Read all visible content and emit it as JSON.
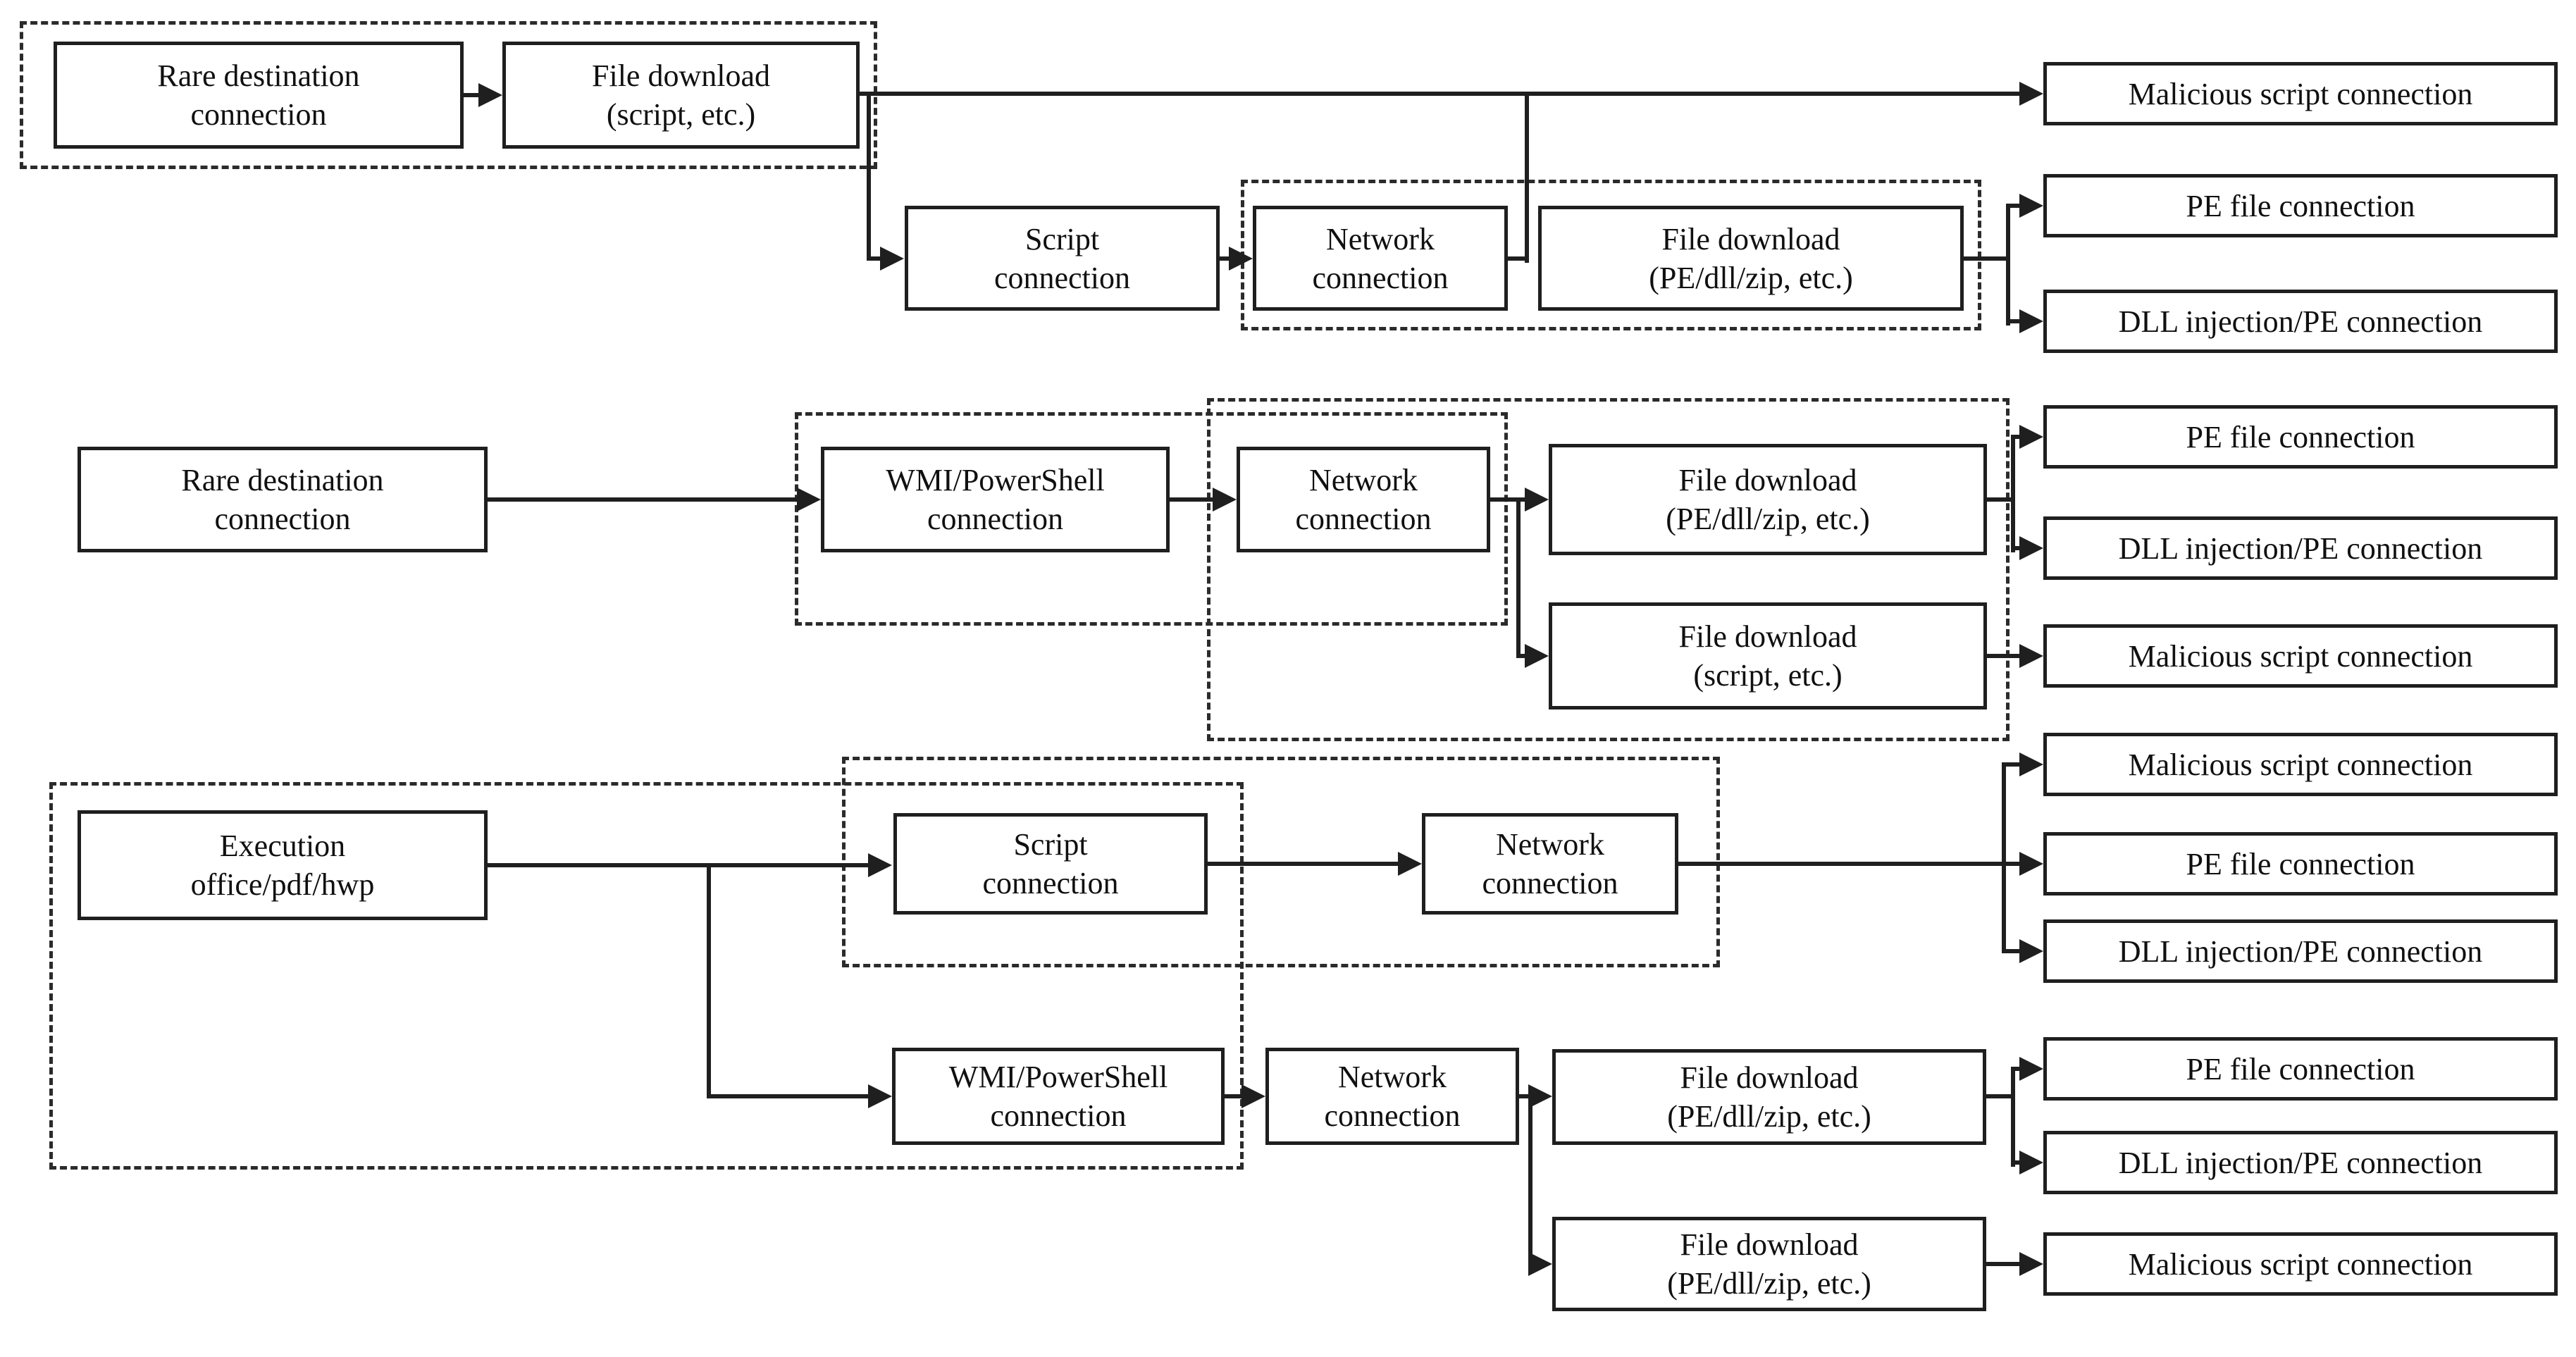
{
  "colors": {
    "background": "#ffffff",
    "line": "#1f1f1f",
    "box_border": "#1f1f1f",
    "text": "#101010"
  },
  "nodes": {
    "r1_rare": {
      "label": "Rare destination\nconnection"
    },
    "r1_fd_script": {
      "label": "File download\n(script, etc.)"
    },
    "r1_script": {
      "label": "Script\nconnection"
    },
    "r1_network": {
      "label": "Network\nconnection"
    },
    "r1_fd_pe": {
      "label": "File download\n(PE/dll/zip, etc.)"
    },
    "o1_mal": {
      "label": "Malicious script connection"
    },
    "o1_pe": {
      "label": "PE file connection"
    },
    "o1_dll": {
      "label": "DLL injection/PE connection"
    },
    "r2_rare": {
      "label": "Rare destination\nconnection"
    },
    "r2_wmi": {
      "label": "WMI/PowerShell\nconnection"
    },
    "r2_network": {
      "label": "Network\nconnection"
    },
    "r2_fd_pe": {
      "label": "File download\n(PE/dll/zip, etc.)"
    },
    "r2_fd_script": {
      "label": "File download\n(script, etc.)"
    },
    "o2_pe": {
      "label": "PE file connection"
    },
    "o2_dll": {
      "label": "DLL injection/PE connection"
    },
    "o2_mal": {
      "label": "Malicious script connection"
    },
    "r3_exec": {
      "label": "Execution\noffice/pdf/hwp"
    },
    "r3_script": {
      "label": "Script\nconnection"
    },
    "r3_network_a": {
      "label": "Network\nconnection"
    },
    "r3_wmi": {
      "label": "WMI/PowerShell\nconnection"
    },
    "r3_network_b": {
      "label": "Network\nconnection"
    },
    "r3_fd_pe_1": {
      "label": "File download\n(PE/dll/zip, etc.)"
    },
    "r3_fd_pe_2": {
      "label": "File download\n(PE/dll/zip, etc.)"
    },
    "o3_mal": {
      "label": "Malicious script connection"
    },
    "o3_pe": {
      "label": "PE file connection"
    },
    "o3_dll": {
      "label": "DLL injection/PE connection"
    },
    "o4_pe": {
      "label": "PE file connection"
    },
    "o4_dll": {
      "label": "DLL injection/PE connection"
    },
    "o4_mal": {
      "label": "Malicious script connection"
    }
  },
  "edges": [
    {
      "from": "r1_rare",
      "to": "r1_fd_script"
    },
    {
      "from": "r1_fd_script",
      "to": "o1_mal"
    },
    {
      "from": "r1_fd_script",
      "to": "r1_script"
    },
    {
      "from": "r1_script",
      "to": "r1_network"
    },
    {
      "from": "r1_network",
      "to": "o1_mal"
    },
    {
      "from": "r1_fd_pe",
      "to": "o1_pe"
    },
    {
      "from": "r1_fd_pe",
      "to": "o1_dll"
    },
    {
      "from": "r2_rare",
      "to": "r2_wmi"
    },
    {
      "from": "r2_wmi",
      "to": "r2_network"
    },
    {
      "from": "r2_network",
      "to": "r2_fd_pe"
    },
    {
      "from": "r2_network",
      "to": "r2_fd_script"
    },
    {
      "from": "r2_fd_pe",
      "to": "o2_pe"
    },
    {
      "from": "r2_fd_pe",
      "to": "o2_dll"
    },
    {
      "from": "r2_fd_script",
      "to": "o2_mal"
    },
    {
      "from": "r3_exec",
      "to": "r3_script"
    },
    {
      "from": "r3_exec",
      "to": "r3_wmi"
    },
    {
      "from": "r3_script",
      "to": "r3_network_a"
    },
    {
      "from": "r3_network_a",
      "to": "o3_mal"
    },
    {
      "from": "r3_network_a",
      "to": "o3_pe"
    },
    {
      "from": "r3_network_a",
      "to": "o3_dll"
    },
    {
      "from": "r3_wmi",
      "to": "r3_network_b"
    },
    {
      "from": "r3_network_b",
      "to": "r3_fd_pe_1"
    },
    {
      "from": "r3_network_b",
      "to": "r3_fd_pe_2"
    },
    {
      "from": "r3_fd_pe_1",
      "to": "o4_pe"
    },
    {
      "from": "r3_fd_pe_1",
      "to": "o4_dll"
    },
    {
      "from": "r3_fd_pe_2",
      "to": "o4_mal"
    }
  ],
  "groups": [
    {
      "id": "g1",
      "style": "dashed",
      "members": [
        "r1_rare",
        "r1_fd_script"
      ]
    },
    {
      "id": "g2",
      "style": "dashed",
      "members": [
        "r1_network",
        "r1_fd_pe"
      ]
    },
    {
      "id": "g3",
      "style": "dashed",
      "members": [
        "r2_wmi",
        "r2_network"
      ]
    },
    {
      "id": "g4",
      "style": "dashed",
      "members": [
        "r2_network",
        "r2_fd_pe",
        "r2_fd_script"
      ]
    },
    {
      "id": "g5",
      "style": "dashed",
      "members": [
        "r3_exec",
        "r3_wmi"
      ]
    },
    {
      "id": "g6",
      "style": "dashed",
      "members": [
        "r3_script",
        "r3_network_a"
      ]
    }
  ]
}
